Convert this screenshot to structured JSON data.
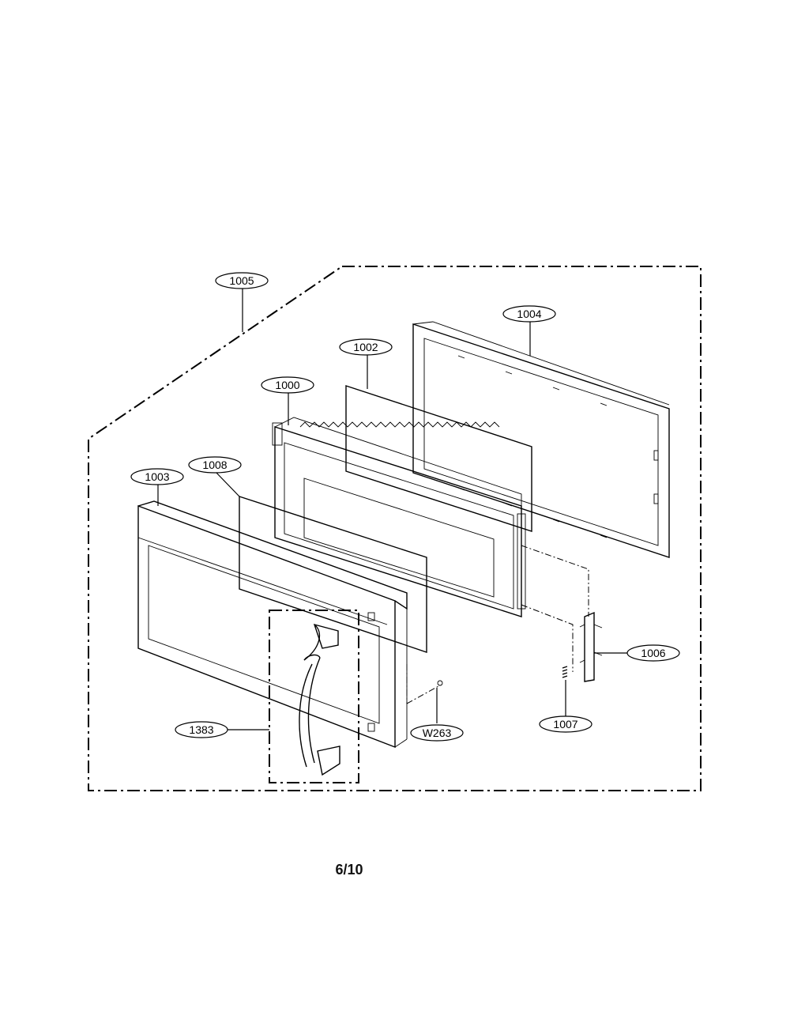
{
  "diagram": {
    "callouts": {
      "1005": "1005",
      "1004": "1004",
      "1002": "1002",
      "1000": "1000",
      "1008": "1008",
      "1003": "1003",
      "1006": "1006",
      "1007": "1007",
      "1383": "1383",
      "W263": "W263"
    }
  },
  "page": {
    "number": "6/10"
  }
}
